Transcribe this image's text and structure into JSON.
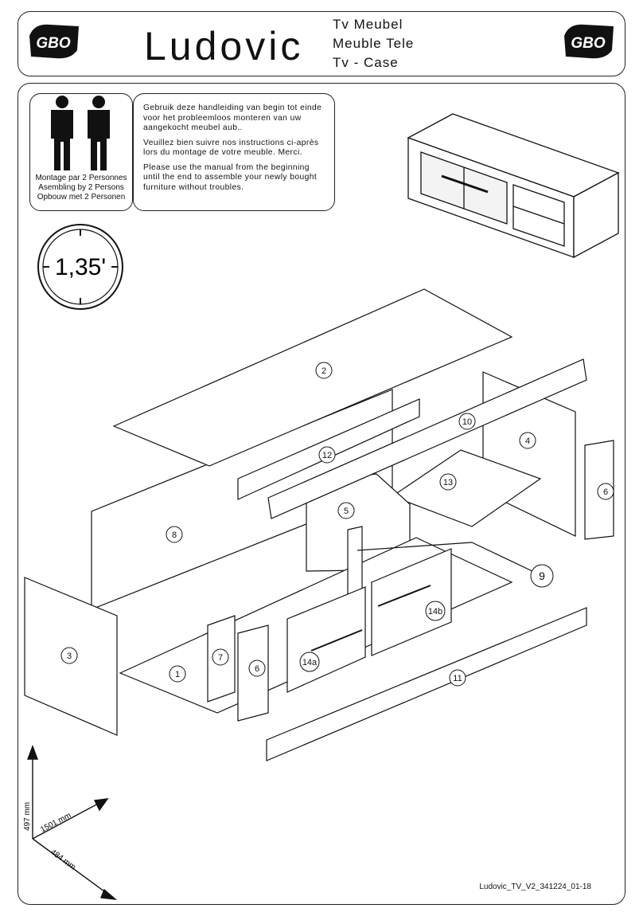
{
  "header": {
    "title": "Ludovic",
    "subtitles": [
      "Tv Meubel",
      "Meuble Tele",
      "Tv - Case"
    ],
    "logo_text": "GBO"
  },
  "persons": {
    "lines": [
      "Montage par 2 Personnes",
      "Asembling by 2 Persons",
      "Opbouw met 2 Personen"
    ]
  },
  "instructions": {
    "nl": "Gebruik deze handleiding van begin tot einde voor het probleemloos monteren van uw aangekocht meubel aub..",
    "fr": "Veuillez bien suivre nos instructions ci-après lors du montage de votre meuble. Merci.",
    "en": "Please use the manual from the beginning until the end to assemble your newly bought furniture without troubles."
  },
  "timer": {
    "value": "1,35'"
  },
  "parts": [
    "1",
    "2",
    "3",
    "4",
    "5",
    "6",
    "6",
    "7",
    "8",
    "9",
    "10",
    "11",
    "12",
    "13",
    "14a",
    "14b"
  ],
  "dimensions": {
    "height": "497 mm",
    "width": "1501 mm",
    "depth": "484 mm"
  },
  "footer": {
    "code": "Ludovic_TV_V2_341224_01-18"
  }
}
